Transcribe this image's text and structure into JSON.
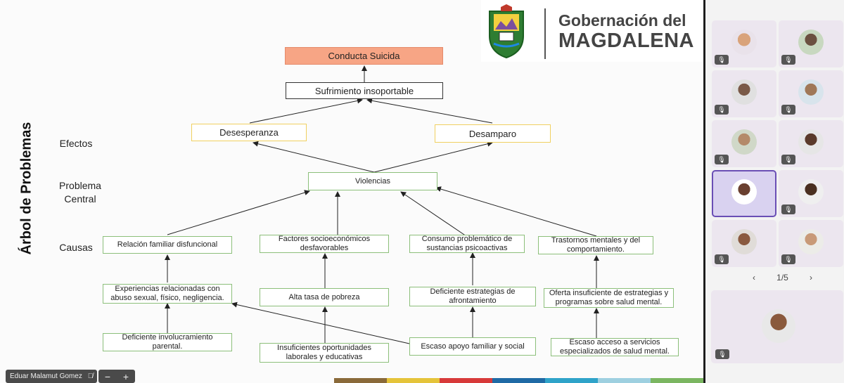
{
  "slide": {
    "vertical_title": "Árbol de Problemas",
    "section_labels": {
      "effects": "Efectos",
      "central": "Problema\nCentral",
      "causes": "Causas"
    },
    "boxes": {
      "top": "Conducta Suicida",
      "suffering": "Sufrimiento insoportable",
      "hopelessness": "Desesperanza",
      "helplessness": "Desamparo",
      "violence": "Violencias",
      "family": "Relación familiar disfuncional",
      "socioeconomic": "Factores socioeconómicos desfavorables",
      "substances": "Consumo problemático de sustancias psicoactivas",
      "mental": "Trastornos mentales y del comportamiento.",
      "abuse": "Experiencias relacionadas con abuso sexual, físico, negligencia.",
      "poverty": "Alta tasa de pobreza",
      "coping": "Deficiente estrategias de afrontamiento",
      "mental_offer": "Oferta insuficiente de estrategias y programas sobre salud mental.",
      "parental": "Deficiente involucramiento parental.",
      "opportunities": "Insuficientes oportunidades laborales y educativas",
      "support": "Escaso apoyo familiar y social",
      "access": "Escaso  acceso a servicios especializados de salud mental."
    },
    "logo": {
      "line1": "Gobernación del",
      "line2": "MAGDALENA"
    },
    "stripe_colors": [
      "#8a6a3a",
      "#e5c43a",
      "#d83a3a",
      "#1f6aa5",
      "#2fa3c9",
      "#9ed0e0",
      "#7bb661"
    ]
  },
  "meeting": {
    "presenter_name": "Eduar Malamut Gomez",
    "zoom_out": "−",
    "zoom_in": "+",
    "pager": {
      "current": "1/5",
      "prev": "‹",
      "next": "›"
    },
    "participant_count": 10
  }
}
